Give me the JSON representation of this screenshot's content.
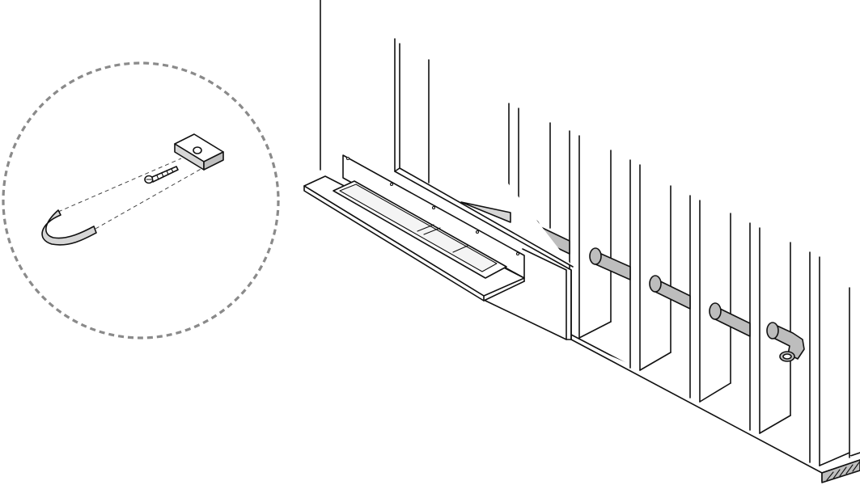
{
  "figure": {
    "type": "installation-illustration",
    "detail_callout": {
      "parts": [
        "clip-bracket-icon",
        "screw-icon",
        "spacer-block-icon"
      ]
    },
    "main_view": {
      "parts": [
        "wall-frame",
        "studs",
        "drain-channel",
        "horizontal-pipe",
        "elbow-pipe-fitting",
        "floor-sill"
      ]
    },
    "colors": {
      "line": "#111111",
      "pipe": "#bdbdbd",
      "callout_border": "#8a8a8a",
      "background": "#ffffff"
    }
  }
}
